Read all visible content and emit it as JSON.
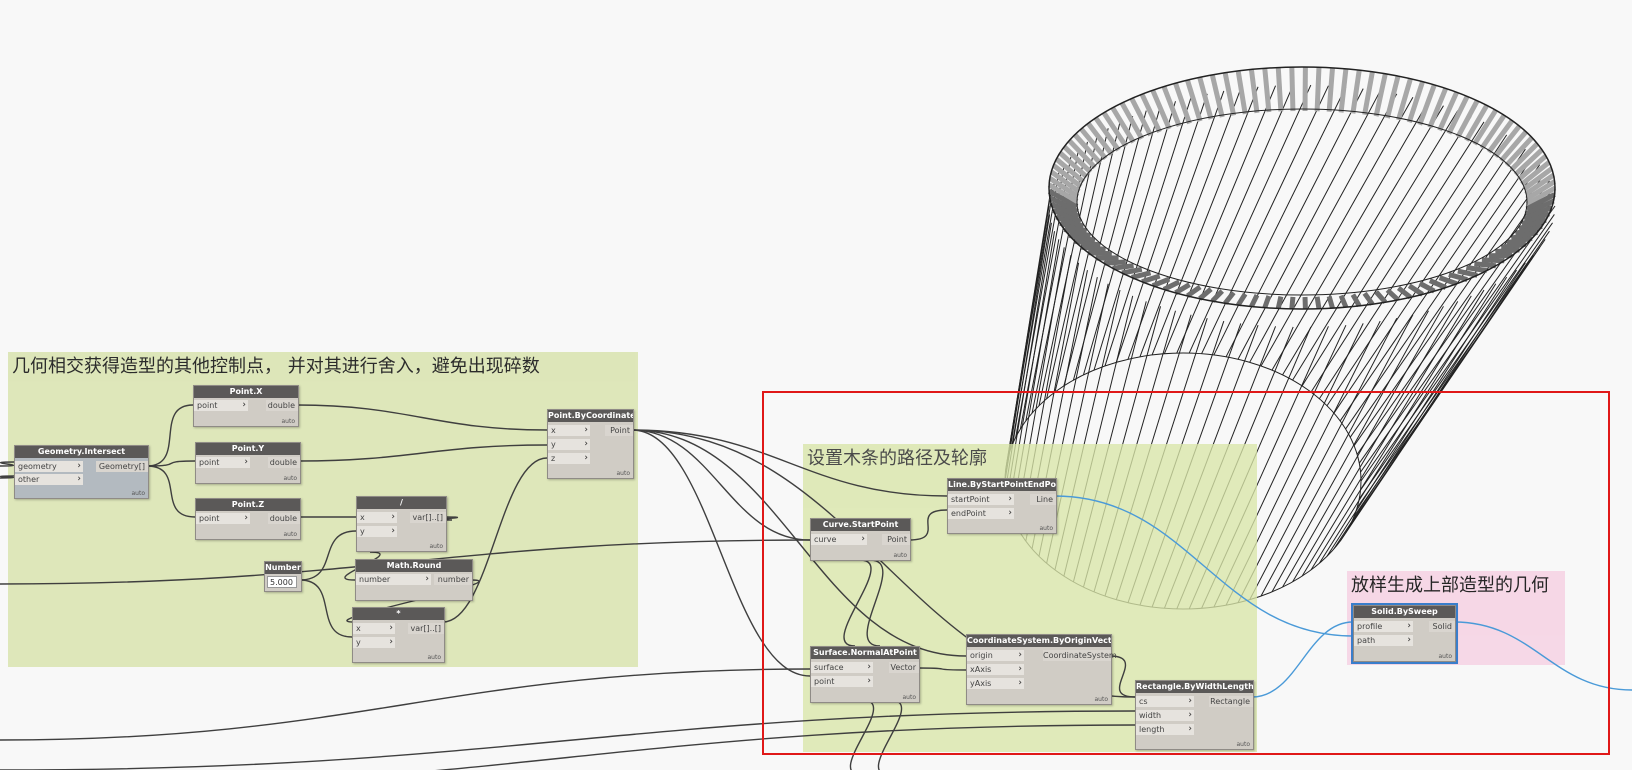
{
  "groups": [
    {
      "id": "g1",
      "title": "几何相交获得造型的其他控制点，  并对其进行舍入，避免出现碎数",
      "color": "#dbe5b4"
    },
    {
      "id": "g2",
      "title": "设置木条的路径及轮廓",
      "color": "#d8e6a8"
    },
    {
      "id": "g3",
      "title": "放样生成上部造型的几何",
      "color": "#f6d6e6"
    }
  ],
  "nodes": {
    "geometry_intersect": {
      "title": "Geometry.Intersect",
      "inputs": [
        "geometry",
        "other"
      ],
      "output": "Geometry[]",
      "lacing": "auto"
    },
    "point_x": {
      "title": "Point.X",
      "inputs": [
        "point"
      ],
      "output": "double",
      "lacing": "auto"
    },
    "point_y": {
      "title": "Point.Y",
      "inputs": [
        "point"
      ],
      "output": "double",
      "lacing": "auto"
    },
    "point_z": {
      "title": "Point.Z",
      "inputs": [
        "point"
      ],
      "output": "double",
      "lacing": "auto"
    },
    "divide": {
      "title": "/",
      "inputs": [
        "x",
        "y"
      ],
      "output": "var[]..[]",
      "lacing": "auto"
    },
    "math_round": {
      "title": "Math.Round",
      "inputs": [
        "number"
      ],
      "output": "number",
      "lacing": ""
    },
    "multiply": {
      "title": "*",
      "inputs": [
        "x",
        "y"
      ],
      "output": "var[]..[]",
      "lacing": "auto"
    },
    "number": {
      "title": "Number",
      "value": "5.000",
      "output": ">"
    },
    "point_by_coords": {
      "title": "Point.ByCoordinates",
      "inputs": [
        "x",
        "y",
        "z"
      ],
      "output": "Point",
      "lacing": "auto"
    },
    "curve_start": {
      "title": "Curve.StartPoint",
      "inputs": [
        "curve"
      ],
      "output": "Point",
      "lacing": "auto"
    },
    "line_by_pts": {
      "title": "Line.ByStartPointEndPoint",
      "inputs": [
        "startPoint",
        "endPoint"
      ],
      "output": "Line",
      "lacing": "auto"
    },
    "surface_normal": {
      "title": "Surface.NormalAtPoint",
      "inputs": [
        "surface",
        "point"
      ],
      "output": "Vector",
      "lacing": "auto"
    },
    "cs_by_vectors": {
      "title": "CoordinateSystem.ByOriginVectors",
      "inputs": [
        "origin",
        "xAxis",
        "yAxis"
      ],
      "output": "CoordinateSystem",
      "lacing": "auto"
    },
    "rect_by_wl": {
      "title": "Rectangle.ByWidthLength",
      "inputs": [
        "cs",
        "width",
        "length"
      ],
      "output": "Rectangle",
      "lacing": "auto"
    },
    "solid_sweep": {
      "title": "Solid.BySweep",
      "inputs": [
        "profile",
        "path"
      ],
      "output": "Solid",
      "lacing": "auto"
    }
  },
  "colors": {
    "wire": "#3f3f3f",
    "selected_wire": "#4a9ad8",
    "highlight": "#e01818",
    "node_header": "#5b5958"
  }
}
